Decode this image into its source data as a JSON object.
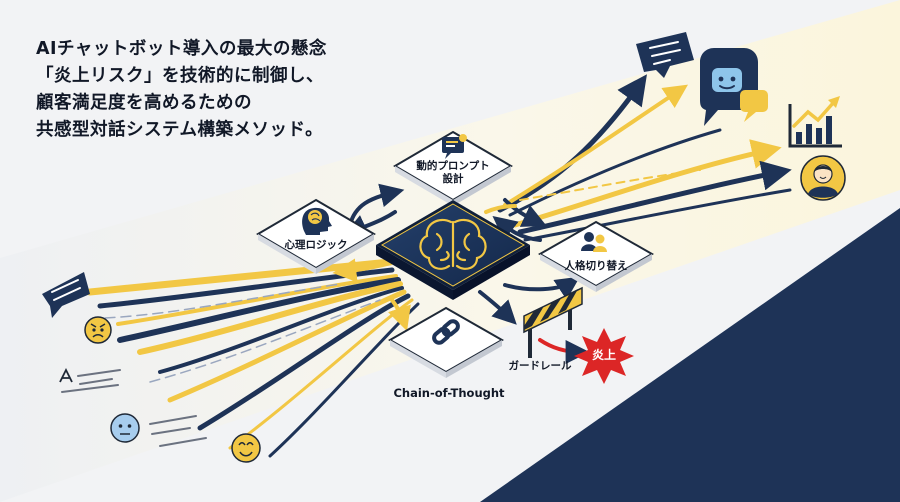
{
  "headline": {
    "line1": "AIチャットボット導入の最大の懸念",
    "line2": "「炎上リスク」を技術的に制御し、",
    "line3": "顧客満足度を高めるための",
    "line4": "共感型対話システム構築メソッド。"
  },
  "nodes": {
    "prompt": "動的プロンプト\n設計",
    "psych": "心理ロジック",
    "persona": "人格切り替え",
    "cot": "Chain-of-Thought",
    "guardrail": "ガードレール",
    "flame": "炎上"
  },
  "icons": [
    "brain-icon",
    "chat-bubble-icon",
    "speech-bubbles-icon",
    "growth-chart-icon",
    "smiling-user-icon",
    "head-brain-icon",
    "persons-icon",
    "chain-link-icon",
    "barrier-icon",
    "explosion-icon",
    "angry-face-icon",
    "neutral-face-icon",
    "happy-face-icon",
    "text-icon"
  ],
  "colors": {
    "navy": "#1e3357",
    "gold": "#f2c744",
    "red": "#dc2626",
    "cream": "#fbf6e1",
    "outline": "#1f2937"
  }
}
